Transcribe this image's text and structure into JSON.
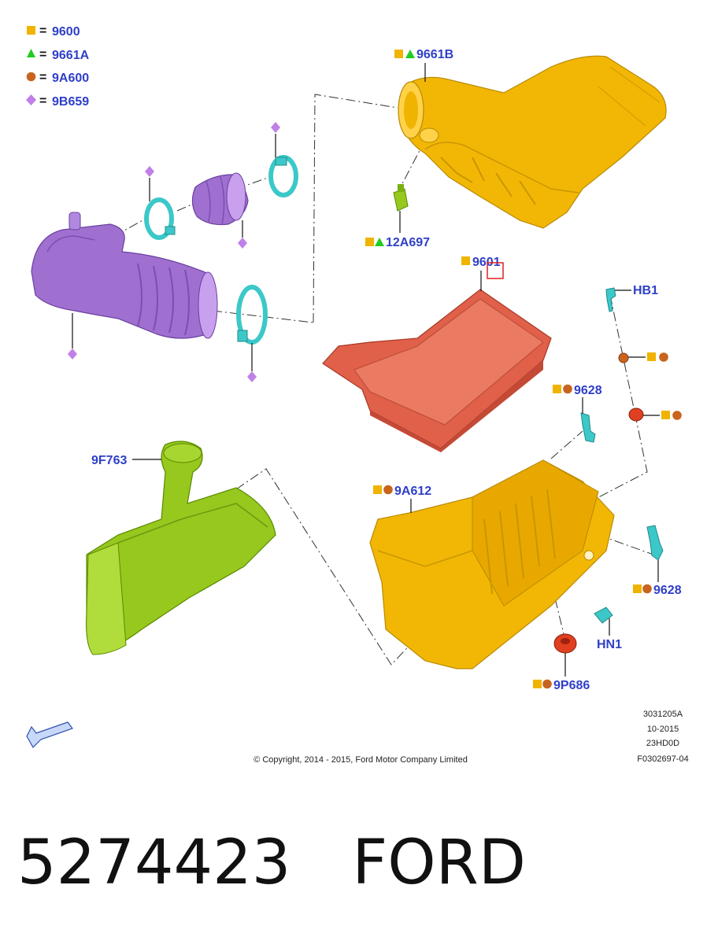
{
  "legend": [
    {
      "symbol": "square-icon",
      "color": "#f0b400",
      "eq": "=",
      "code": "9600"
    },
    {
      "symbol": "triangle-icon",
      "color": "#22cc22",
      "eq": "=",
      "code": "9661A"
    },
    {
      "symbol": "circle-icon",
      "color": "#c8641e",
      "eq": "=",
      "code": "9A600"
    },
    {
      "symbol": "diamond-icon",
      "color": "#c080e8",
      "eq": "=",
      "code": "9B659"
    }
  ],
  "labels": {
    "l9661B": "9661B",
    "l12A697": "12A697",
    "l9601": "9601",
    "lHB1": "HB1",
    "l9628a": "9628",
    "l9F763": "9F763",
    "l9A612": "9A612",
    "l9628b": "9628",
    "lHN1": "HN1",
    "l9P686": "9P686"
  },
  "ref": {
    "line1": "3031205A",
    "line2": "10-2015",
    "line3": "23HD0D",
    "line4": "F0302697-04"
  },
  "copyright": "© Copyright, 2014 - 2015, Ford Motor Company Limited",
  "caption": {
    "part_number": "5274423",
    "brand": "FORD"
  },
  "colors": {
    "label_blue": "#2f3fc8",
    "square_yellow": "#f0b400",
    "triangle_green": "#22cc22",
    "circle_brown": "#c8641e",
    "diamond_purple": "#c080e8",
    "housing_yellow": "#f2b705",
    "duct_purple": "#a070d0",
    "filter_red": "#e0604a",
    "snorkel_green": "#96c81e",
    "clip_cyan": "#3cc8c8",
    "grommet_red": "#e04020"
  }
}
